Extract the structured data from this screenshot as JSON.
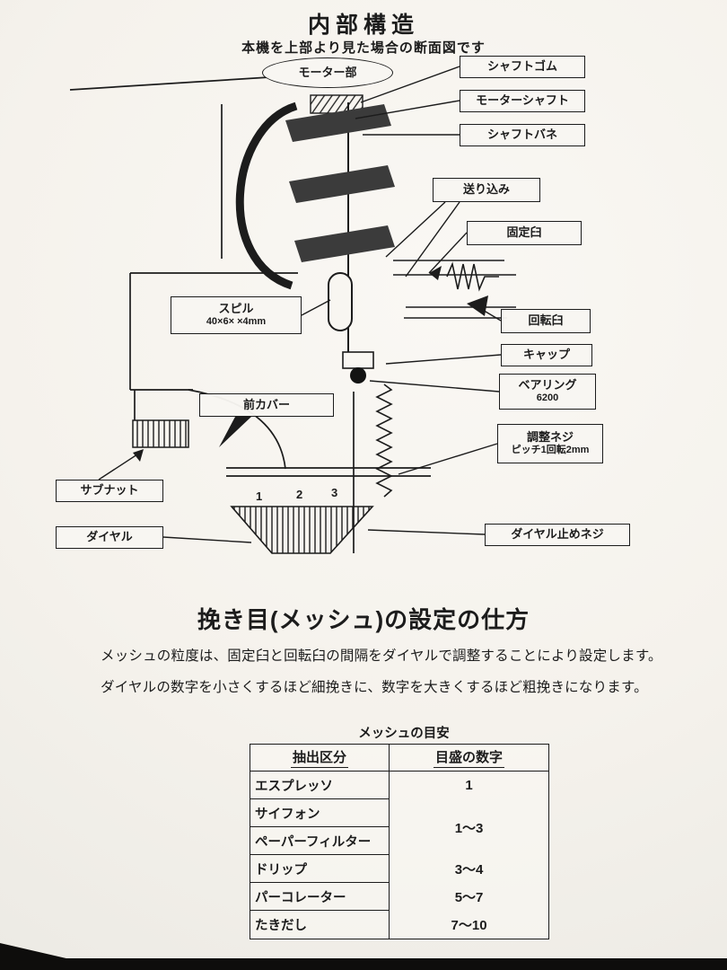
{
  "page": {
    "title": "内部構造",
    "subtitle": "本機を上部より見た場合の断面図です"
  },
  "colors": {
    "ink": "#1c1c1c",
    "paper": "#f5f2ec"
  },
  "diagram": {
    "labels": {
      "motor": "モーター部",
      "shaft_rubber": "シャフトゴム",
      "motor_shaft": "モーターシャフト",
      "shaft_spring": "シャフトバネ",
      "feed": "送り込み",
      "fixed_burr": "固定臼",
      "spill_line1": "スピル",
      "spill_line2": "40×6× ×4mm",
      "rotating_burr": "回転臼",
      "cap": "キャップ",
      "bearing_line1": "ベアリング",
      "bearing_line2": "6200",
      "front_cover": "前カバー",
      "adjust_screw_line1": "調整ネジ",
      "adjust_screw_line2": "ピッチ1回転2mm",
      "sub_nut": "サブナット",
      "dial": "ダイヤル",
      "dial_stop_screw": "ダイヤル止めネジ"
    },
    "dial_numbers": [
      "1",
      "2",
      "3"
    ]
  },
  "mesh": {
    "title": "挽き目(メッシュ)の設定の仕方",
    "body_line1": "メッシュの粒度は、固定臼と回転臼の間隔をダイヤルで調整することにより設定します。",
    "body_line2": "ダイヤルの数字を小さくするほど細挽きに、数字を大きくするほど粗挽きになります。",
    "table": {
      "caption": "メッシュの目安",
      "col_headers": [
        "抽出区分",
        "目盛の数字"
      ],
      "row_labels": [
        "エスプレッソ",
        "サイフォン",
        "ペーパーフィルター",
        "ドリップ",
        "パーコレーター",
        "たきだし"
      ],
      "values": [
        "1",
        "1〜3",
        "3〜4",
        "5〜7",
        "7〜10"
      ]
    }
  }
}
